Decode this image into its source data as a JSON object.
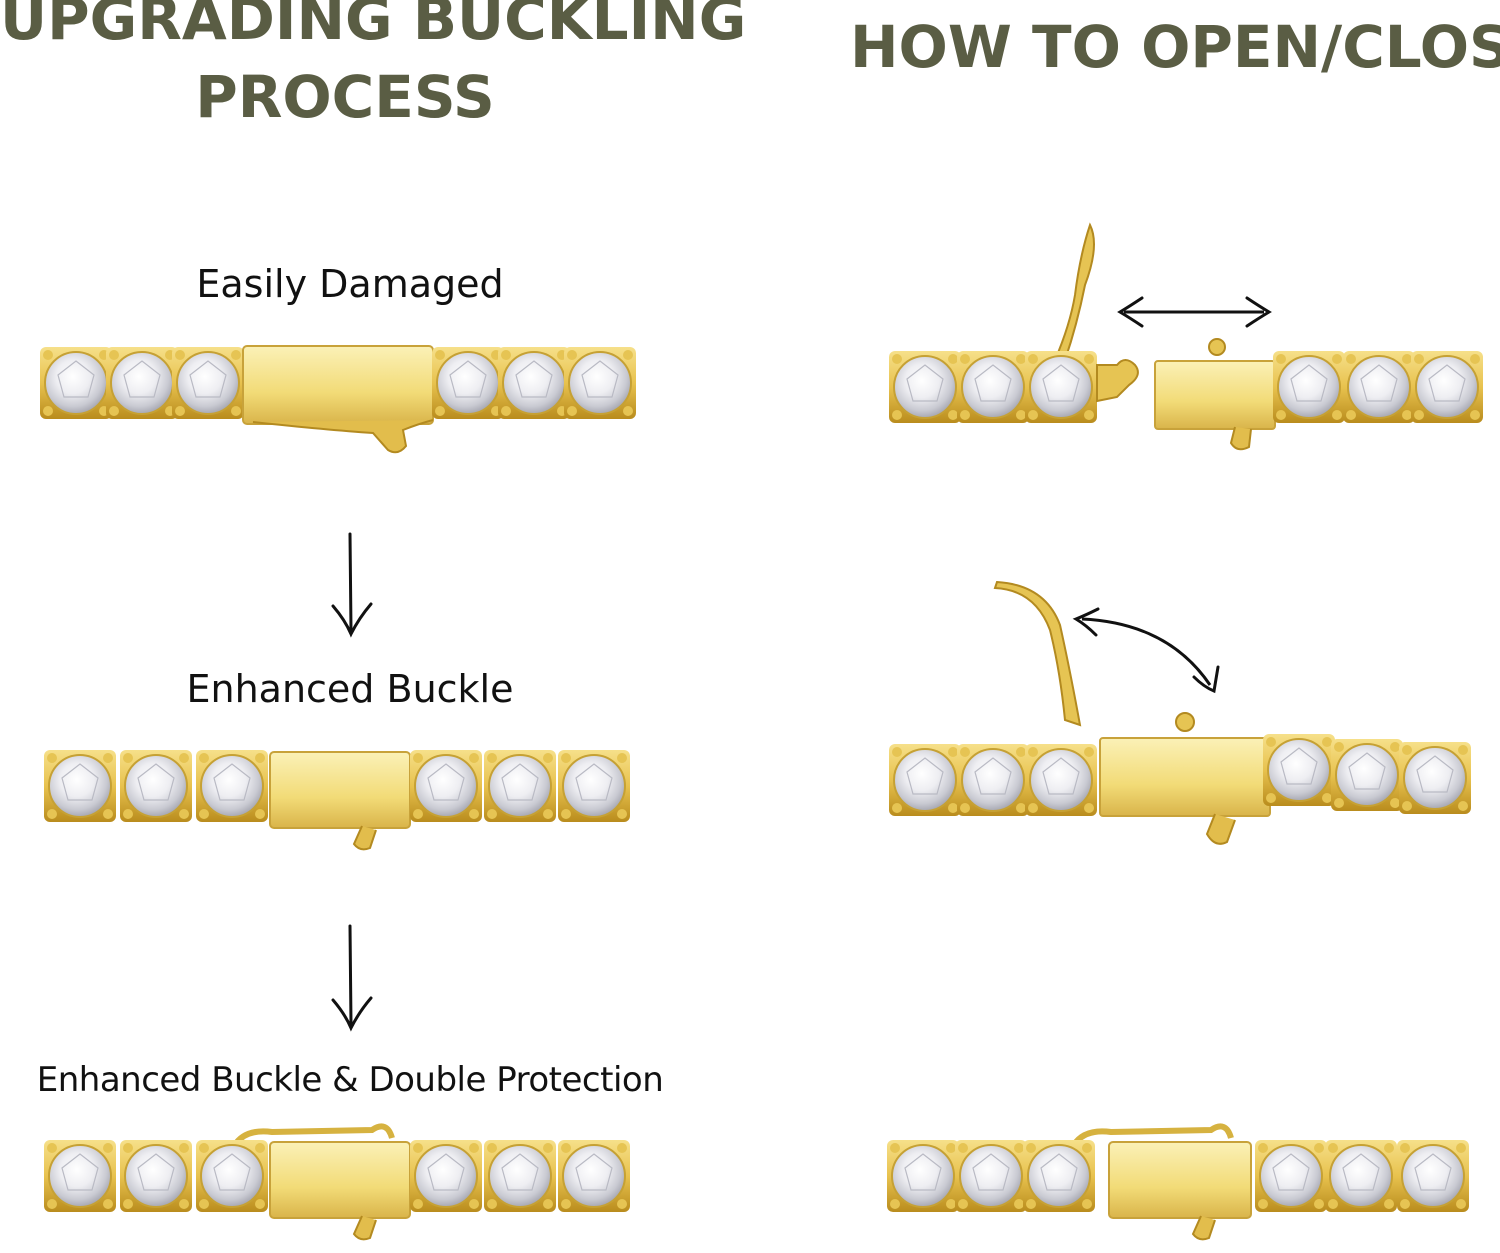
{
  "left_panel": {
    "title_line1": "UPGRADING BUCKLING",
    "title_line2": "PROCESS",
    "step1_label": "Easily Damaged",
    "step2_label": "Enhanced Buckle",
    "step3_label": "Enhanced Buckle & Double Protection"
  },
  "right_panel": {
    "title": "HOW TO OPEN/CLOSE"
  },
  "colors": {
    "title_color": "#5a5d44",
    "gold": "#e9c85a",
    "gold_dark": "#b88e22",
    "stone": "#f4f4f6"
  },
  "icons": {
    "down_arrow": "down-arrow-icon",
    "double_arrow": "double-arrow-icon",
    "curved_double_arrow": "curved-double-arrow-icon"
  }
}
